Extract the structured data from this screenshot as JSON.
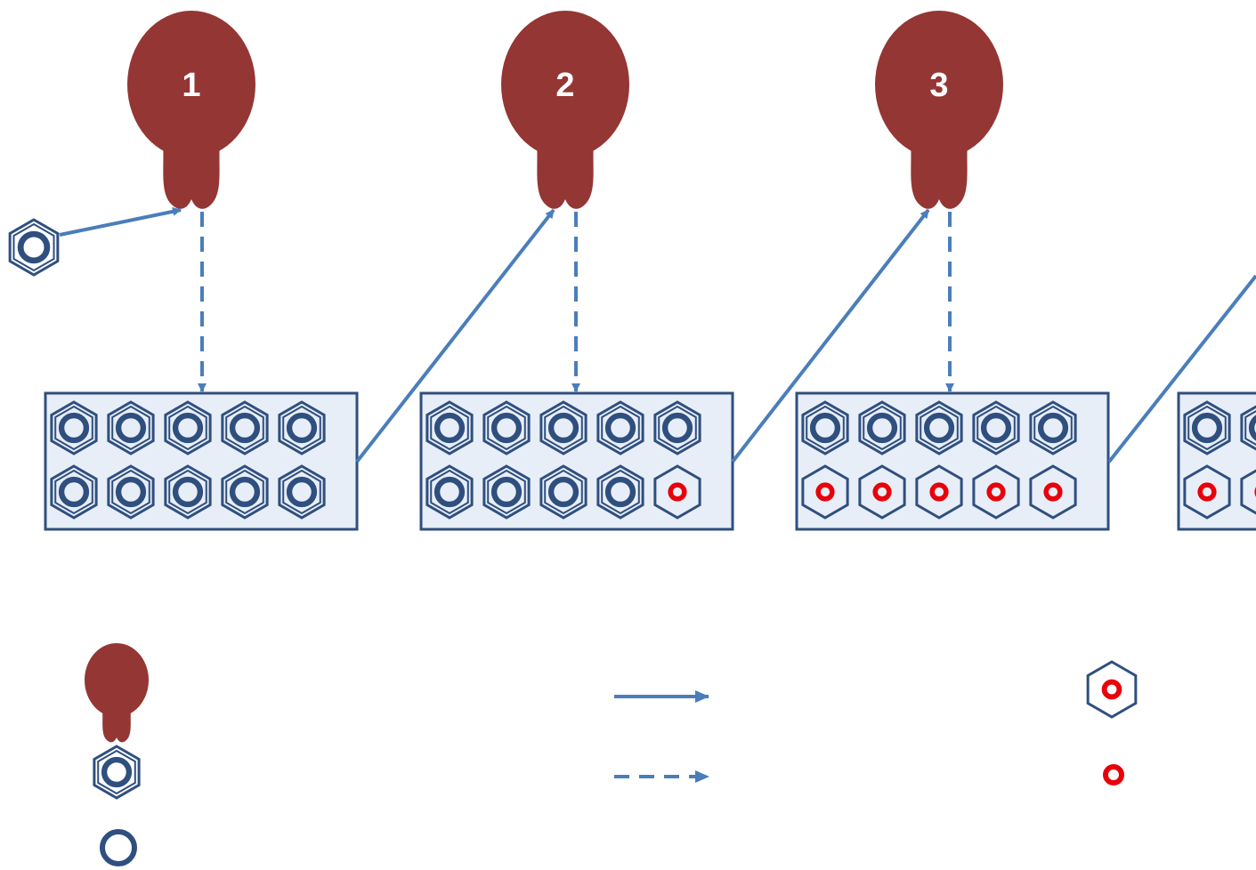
{
  "colors": {
    "organism": "#943634",
    "hexagon": "#2F4F7F",
    "arrow": "#4A7EBB",
    "box_fill": "#E8EEF7",
    "box_stroke": "#2F4F7F",
    "marked": "#E8000B"
  },
  "stages": [
    {
      "label": "1",
      "marked_count": 0
    },
    {
      "label": "2",
      "marked_count": 1
    },
    {
      "label": "3",
      "marked_count": 5
    },
    {
      "label": "",
      "marked_count": 5,
      "partially_visible": true
    }
  ],
  "box": {
    "rows": 2,
    "cols": 5
  },
  "legend": {
    "items": [
      {
        "icon": "organism-icon"
      },
      {
        "icon": "hexagon-icon"
      },
      {
        "icon": "blue-ring-icon"
      },
      {
        "icon": "solid-arrow-icon"
      },
      {
        "icon": "dashed-arrow-icon"
      },
      {
        "icon": "red-hexagon-icon"
      },
      {
        "icon": "red-ring-icon"
      }
    ]
  }
}
